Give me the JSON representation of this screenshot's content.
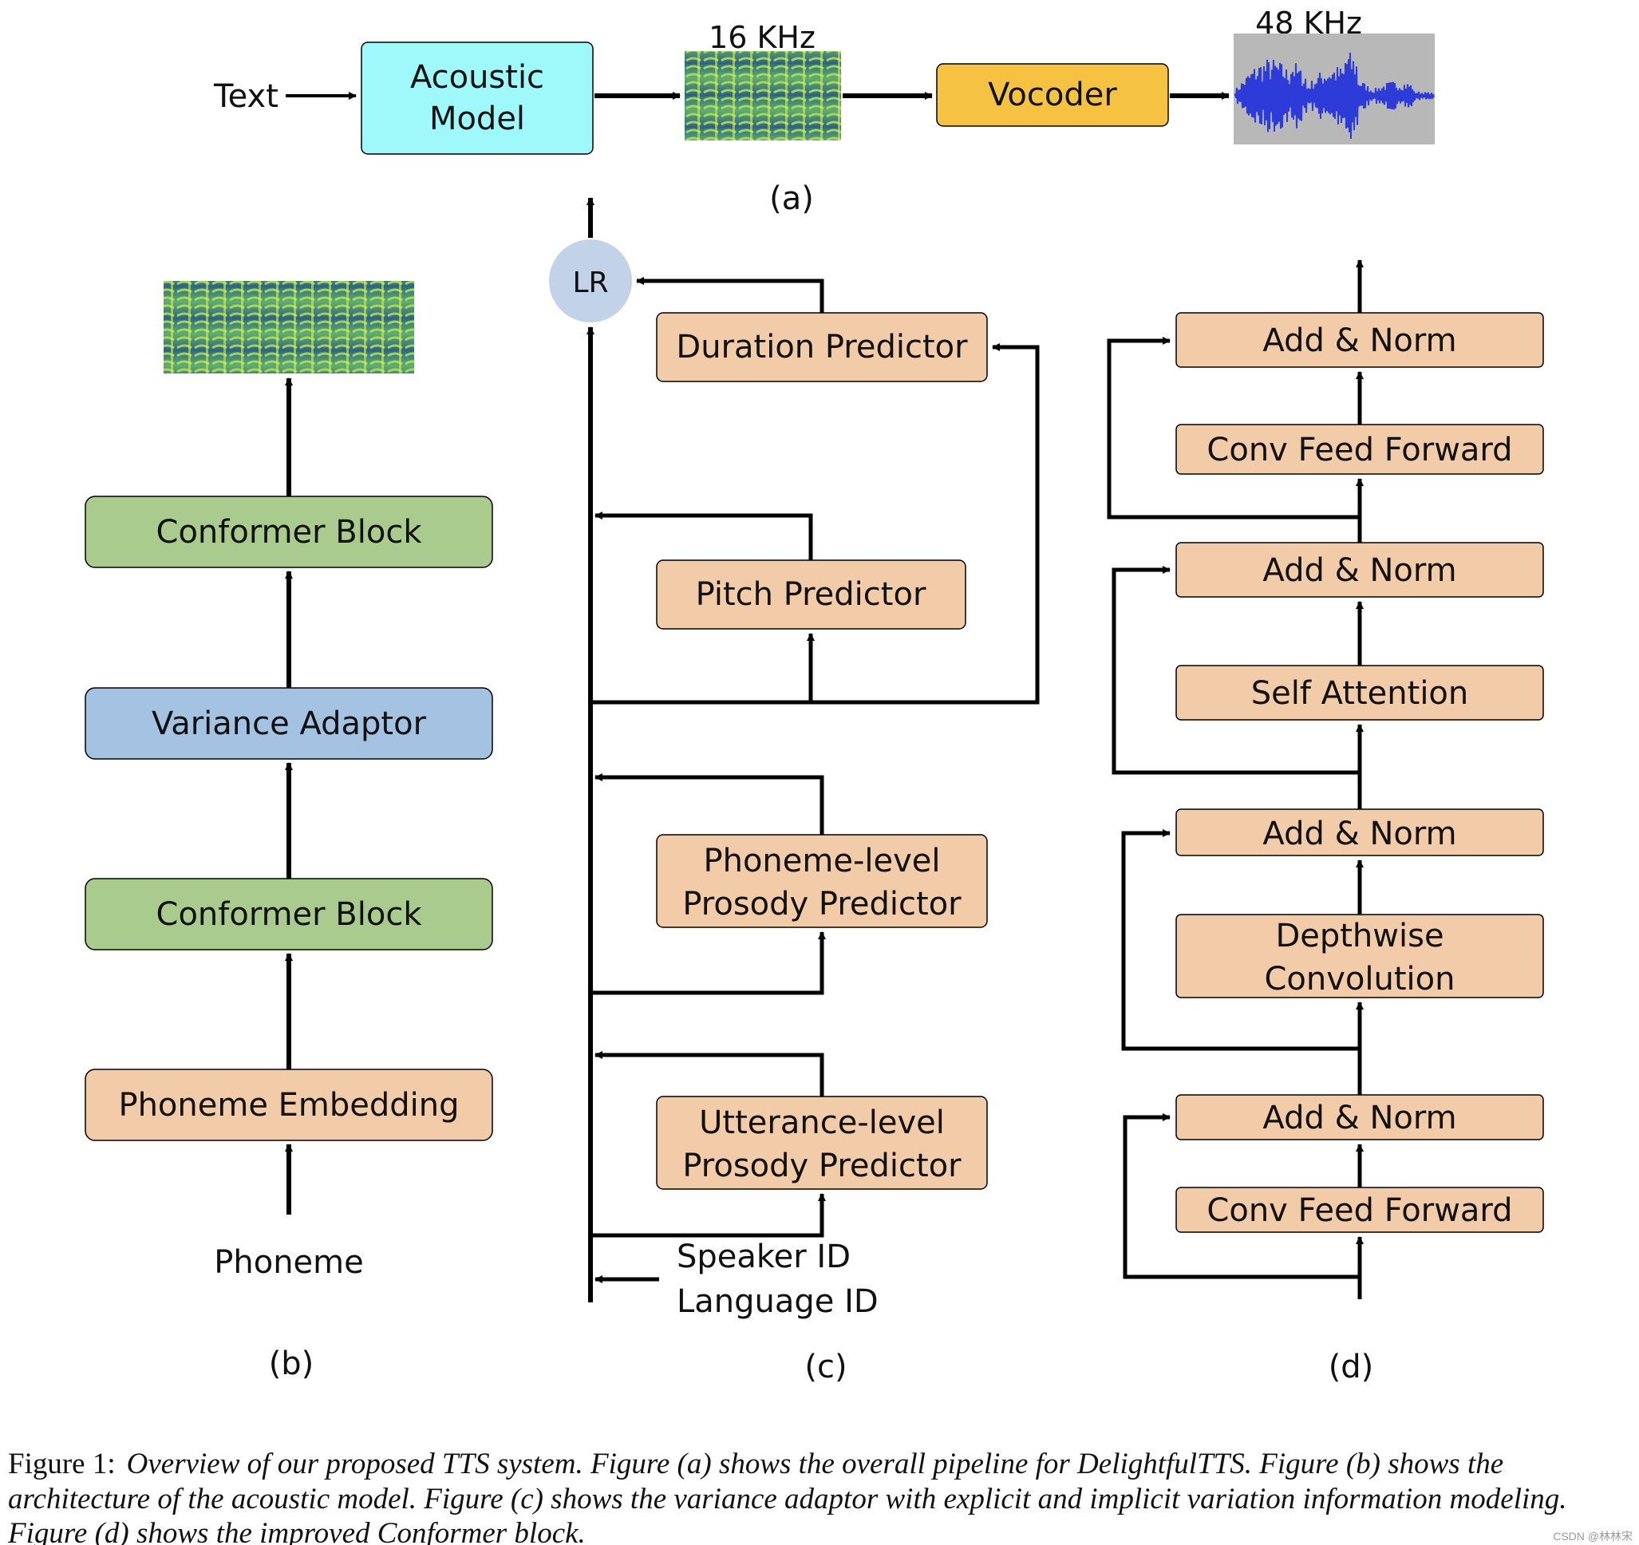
{
  "panel_a": {
    "text_label": "Text",
    "acoustic_model_line1": "Acoustic",
    "acoustic_model_line2": "Model",
    "rate_16": "16 KHz",
    "vocoder": "Vocoder",
    "rate_48": "48 KHz",
    "label": "(a)"
  },
  "panel_b": {
    "conformer_top": "Conformer Block",
    "variance_adaptor": "Variance Adaptor",
    "conformer_bottom": "Conformer Block",
    "phoneme_embedding": "Phoneme Embedding",
    "phoneme": "Phoneme",
    "label": "(b)"
  },
  "panel_c": {
    "lr": "LR",
    "duration_predictor": "Duration Predictor",
    "pitch_predictor": "Pitch Predictor",
    "phoneme_prosody_line1": "Phoneme-level",
    "phoneme_prosody_line2": "Prosody  Predictor",
    "utterance_prosody_line1": "Utterance-level",
    "utterance_prosody_line2": "Prosody  Predictor",
    "speaker_id": "Speaker ID",
    "language_id": "Language ID",
    "label": "(c)"
  },
  "panel_d": {
    "add_norm_1": "Add & Norm",
    "conv_ff_top": "Conv Feed Forward",
    "add_norm_2": "Add & Norm",
    "self_attention": "Self Attention",
    "add_norm_3": "Add & Norm",
    "depthwise_line1": "Depthwise",
    "depthwise_line2": "Convolution",
    "add_norm_4": "Add & Norm",
    "conv_ff_bottom": "Conv Feed Forward",
    "label": "(d)"
  },
  "caption": {
    "prefix": "Figure 1:",
    "line1": "Overview of our proposed TTS system.  Figure (a) shows the overall pipeline for DelightfulTTS. Figure (b) shows the",
    "line2": "architecture of the acoustic model.  Figure (c) shows the variance adaptor with explicit and implicit variation information modeling.",
    "line3": "Figure (d) shows the improved Conformer block."
  },
  "watermark": "CSDN @林林宋",
  "colors": {
    "acoustic": "#9ff8f9",
    "vocoder": "#f5c242",
    "conformer": "#a9cc8e",
    "variance": "#a4c2e2",
    "peach": "#f2cba9",
    "lr": "#c2d2e9",
    "wave_bg": "#b8b8b8",
    "wave": "#2d3bd8",
    "spec_dark": "#2f5f86",
    "spec_light": "#a9d95a"
  }
}
